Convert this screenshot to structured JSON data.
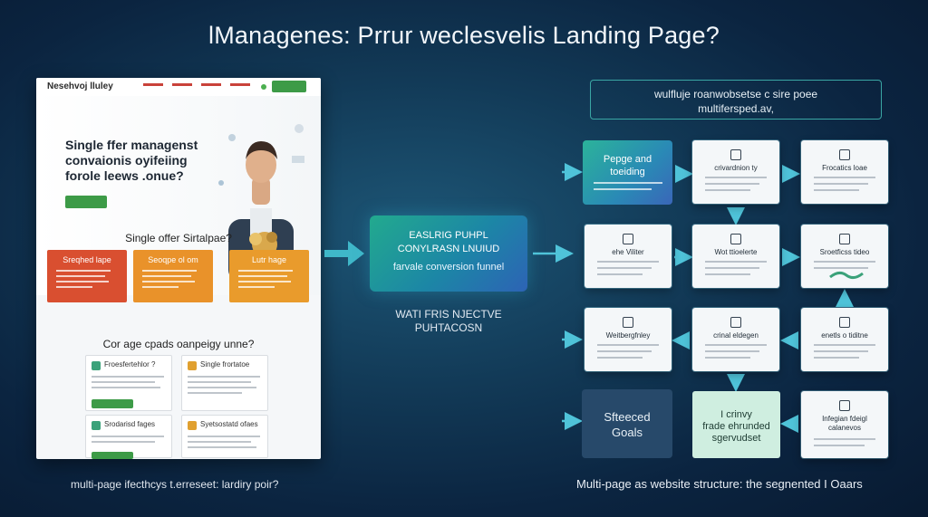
{
  "title": "lManagenes: Prrur weclesvelis Landing Page?",
  "site": {
    "brand": "Nesehvoj lluley",
    "hero_heading": "Single ffer managenst convaionis oyifeiing forole leews .onue?",
    "offer_title": "Single offer Sirtalpae?",
    "offer_cards": [
      {
        "label": "Sreqhed lape",
        "color": "#d94f30"
      },
      {
        "label": "Seoqpe ol om",
        "color": "#e9922a"
      },
      {
        "label": "Lutr hage",
        "color": "#e99b2c"
      }
    ],
    "cpo_title": "Cor age cpads oanpeigy unne?",
    "tiles": [
      {
        "label": "Froesfertehlor ?",
        "icon_color": "#3ba27a"
      },
      {
        "label": "Single frortatoe",
        "icon_color": "#e0a030"
      },
      {
        "label": "Srodarisd fages",
        "icon_color": "#3ba27a"
      },
      {
        "label": "Syetsostatd ofaes",
        "icon_color": "#e0a030"
      }
    ]
  },
  "caption_left": "multi-page ifecthcys t.erreseet: lardiry poir?",
  "center": {
    "line1": "EASLRIG PUHPL",
    "line2": "CONYLRASN LNUIUD",
    "line3": "farvale conversion funnel",
    "sub1": "WATI FRIS NJECTVE",
    "sub2": "PUHTACOSN"
  },
  "right": {
    "top_note_line1": "wulfluje roanwobsetse c sire poee",
    "top_note_line2": "multifersped.av,",
    "accent_node": {
      "line1": "Pepge and",
      "line2": "toeiding"
    },
    "nodes": [
      {
        "id": "r1c2",
        "label": "crivardnion ty"
      },
      {
        "id": "r1c3",
        "label": "Frocatics loae"
      },
      {
        "id": "r2c1",
        "label": "ehe Viliter"
      },
      {
        "id": "r2c2",
        "label": "Wot ttioelerte"
      },
      {
        "id": "r2c3",
        "label": "Sroetficss tideo"
      },
      {
        "id": "r3c1",
        "label": "Weitbergfnley"
      },
      {
        "id": "r3c2",
        "label": "crinal eldegen"
      },
      {
        "id": "r3c3",
        "label": "enetls o tiditne"
      },
      {
        "id": "r4c3",
        "label": "Infegian fdeigl"
      }
    ],
    "dark_node": {
      "line1": "Sfteeced",
      "line2": "Goals"
    },
    "green_node": {
      "line1": "I crinvy",
      "line2": "frade ehrunded",
      "line3": "sgervudset"
    },
    "r4c3_sub": "calanevos",
    "caption": "Multi-page as website structure: the segnented I Oaars"
  },
  "colors": {
    "accent_teal": "#2bb39a",
    "arrow": "#4fc3d9",
    "background": "#0f2e4b"
  }
}
